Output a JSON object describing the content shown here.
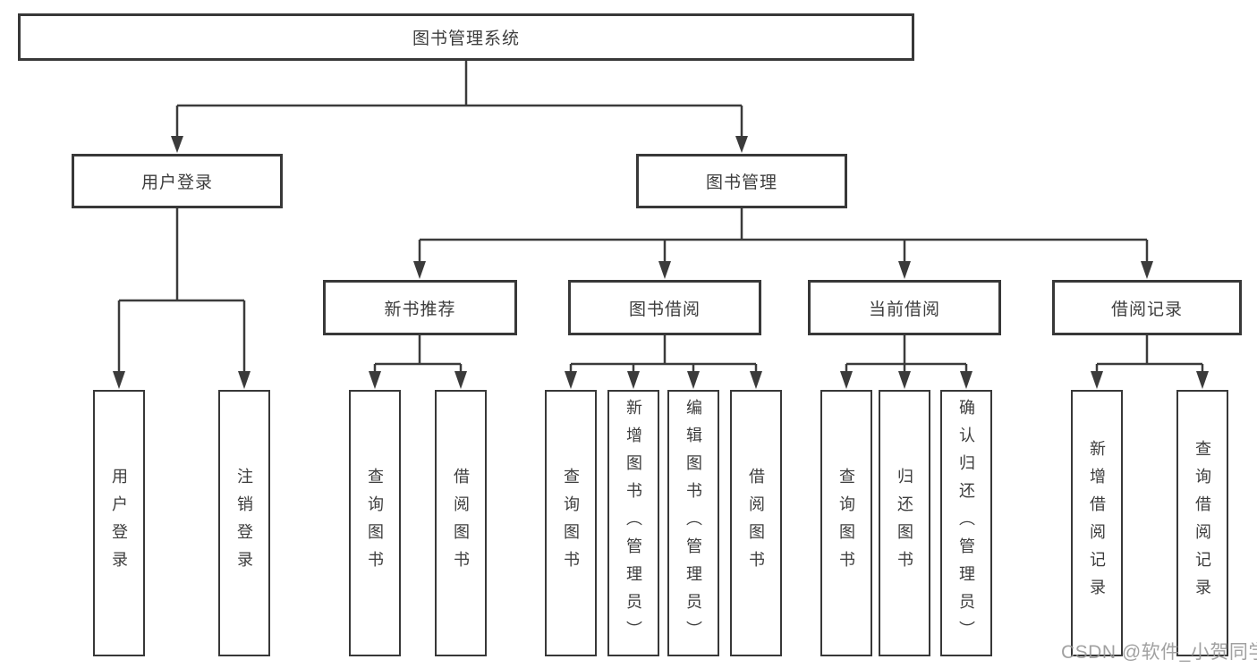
{
  "diagram": {
    "type": "hierarchy-tree",
    "colors": {
      "line": "#3b3b3b",
      "box_border": "#383838",
      "text": "#3d3d3d",
      "background": "#ffffff",
      "watermark": "#949494"
    },
    "tree": {
      "label": "图书管理系统",
      "children": [
        {
          "label": "用户登录",
          "children": [
            {
              "label": "用户登录"
            },
            {
              "label": "注销登录"
            }
          ]
        },
        {
          "label": "图书管理",
          "children": [
            {
              "label": "新书推荐",
              "children": [
                {
                  "label": "查询图书"
                },
                {
                  "label": "借阅图书"
                }
              ]
            },
            {
              "label": "图书借阅",
              "children": [
                {
                  "label": "查询图书"
                },
                {
                  "label": "新增图书（管理员）"
                },
                {
                  "label": "编辑图书（管理员）"
                },
                {
                  "label": "借阅图书"
                }
              ]
            },
            {
              "label": "当前借阅",
              "children": [
                {
                  "label": "查询图书"
                },
                {
                  "label": "归还图书"
                },
                {
                  "label": "确认归还（管理员）"
                }
              ]
            },
            {
              "label": "借阅记录",
              "children": [
                {
                  "label": "新增借阅记录"
                },
                {
                  "label": "查询借阅记录"
                }
              ]
            }
          ]
        }
      ]
    }
  },
  "watermark": {
    "text": "CSDN @软件_小贺同学"
  }
}
